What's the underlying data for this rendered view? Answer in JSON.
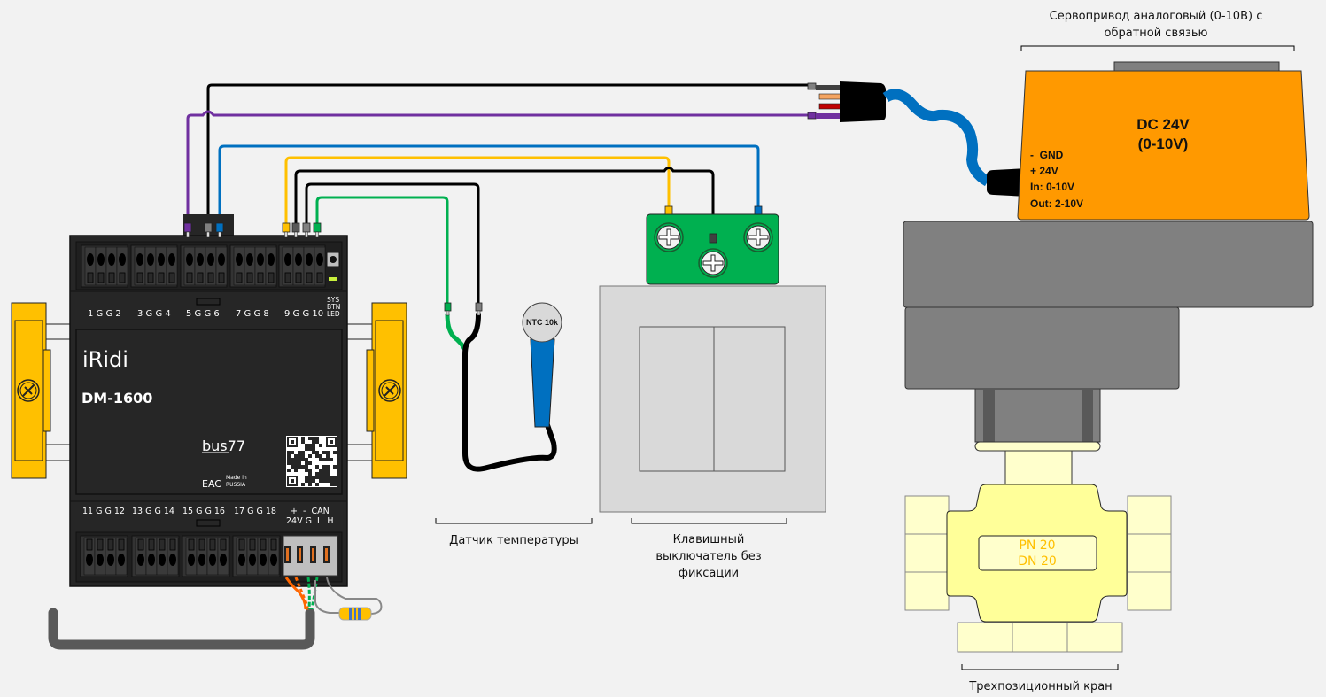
{
  "captions": {
    "actuator_line1": "Сервопривод аналоговый (0-10В) с",
    "actuator_line2": "обратной связью",
    "sensor": "Датчик температуры",
    "switch_line1": "Клавишный",
    "switch_line2": "выключатель без",
    "switch_line3": "фиксации",
    "valve": "Трехпозиционный кран"
  },
  "module": {
    "brand": "iRidi",
    "model": "DM-1600",
    "bus_logo": "bus77",
    "made_in_line1": "Made in",
    "made_in_line2": "RUSSIA",
    "cert_mark": "EAC",
    "top_terminal_labels": [
      "1 G G 2",
      "3 G G 4",
      "5 G G 6",
      "7 G G 8",
      "9 G G 10"
    ],
    "status_labels": [
      "SYS",
      "BTN",
      "LED"
    ],
    "bottom_terminal_labels": [
      "11 G G 12",
      "13 G G 14",
      "15 G G 16",
      "17 G G 18"
    ],
    "power_labels_top": "+  -  CAN",
    "power_labels_bottom": "24V G  L  H",
    "led_color": "#c8f03c"
  },
  "actuator": {
    "title_line1": "DC 24V",
    "title_line2": "(0-10V)",
    "pins": [
      "-  GND",
      "+ 24V",
      "In: 0-10V",
      "Out: 2-10V"
    ],
    "body_color": "#ff9900"
  },
  "sensor": {
    "label": "NTC 10k",
    "body_color": "#0070c0"
  },
  "valve": {
    "line1": "PN 20",
    "line2": "DN 20",
    "text_color": "#ffc000"
  },
  "wires": {
    "purple": "#7030a0",
    "black": "#000000",
    "blue": "#0070c0",
    "yellow": "#ffc000",
    "green": "#00b050"
  }
}
